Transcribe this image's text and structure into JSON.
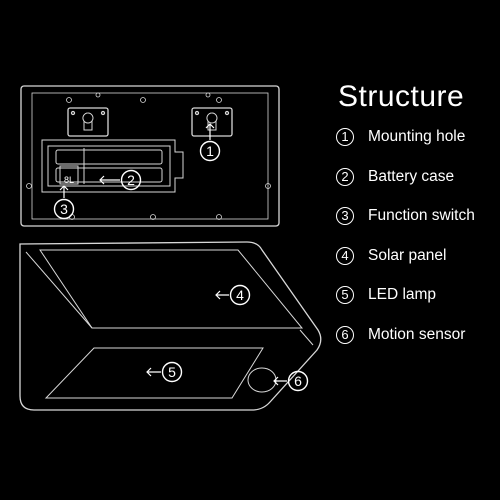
{
  "title": "Structure",
  "legend": [
    {
      "number": "1",
      "label": "Mounting hole"
    },
    {
      "number": "2",
      "label": "Battery case"
    },
    {
      "number": "3",
      "label": "Function switch"
    },
    {
      "number": "4",
      "label": "Solar panel"
    },
    {
      "number": "5",
      "label": "LED lamp"
    },
    {
      "number": "6",
      "label": "Motion sensor"
    }
  ],
  "callouts": {
    "mounting_hole": "1",
    "battery_case": "2",
    "function_switch": "3",
    "solar_panel": "4",
    "led_lamp": "5",
    "motion_sensor": "6"
  },
  "switch_marking": "8L",
  "colors": {
    "background": "#000000",
    "line": "#d8d8d8",
    "text": "#ffffff"
  }
}
